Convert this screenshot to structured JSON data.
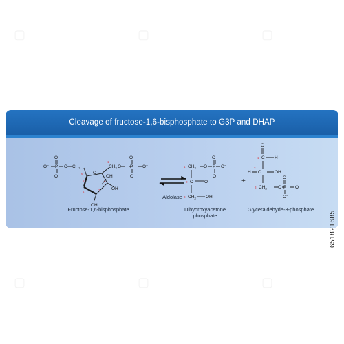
{
  "header": {
    "title": "Cleavage of fructose-1,6-bisphosphate to G3P and DHAP"
  },
  "captions": {
    "fructose": "Fructose-1,6-bisphosphate",
    "enzyme": "Aldolase",
    "dhap_line1": "Dihydroxyacetone",
    "dhap_line2": "phosphate",
    "g3p": "Glyceraldehyde-3-phosphate"
  },
  "atoms": {
    "oxygen": "O",
    "phosphorus": "P",
    "o_minus": "O",
    "minus": "−",
    "ch2": "CH",
    "sub2": "2",
    "oh": "OH",
    "h": "H",
    "c": "C",
    "plus": "+"
  },
  "carbon_numbers": [
    "1",
    "2",
    "3",
    "4",
    "5",
    "6"
  ],
  "stock_id": "651821685",
  "colors": {
    "header_bg": "#1f69b5",
    "panel_bg": "#b3cbeb",
    "bond": "#1a1a1a",
    "number": "#d6404a"
  }
}
